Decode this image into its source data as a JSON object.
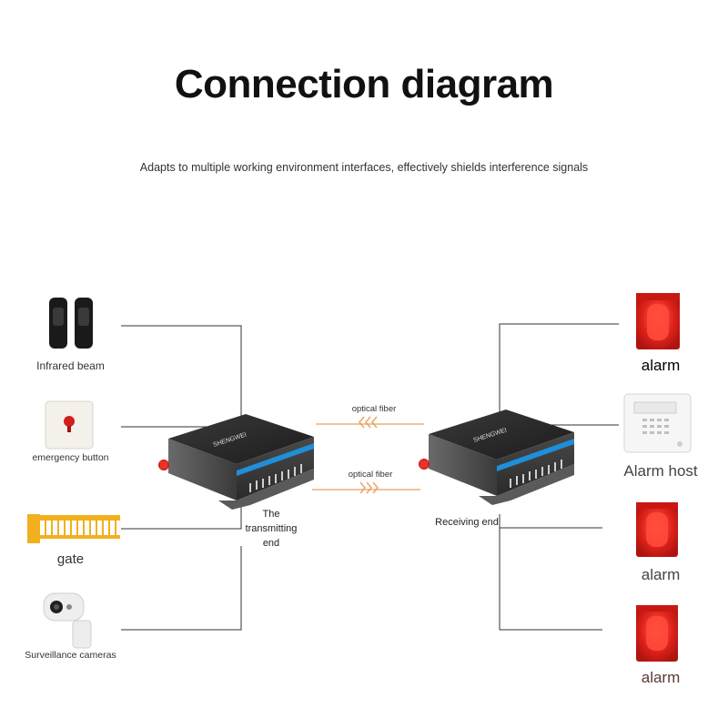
{
  "title": "Connection diagram",
  "subtitle": "Adapts to multiple working environment interfaces, effectively shields interference signals",
  "left_devices": [
    {
      "label": "Infrared beam",
      "icon": "infrared-beam-icon"
    },
    {
      "label": "emergency button",
      "icon": "emergency-button-icon"
    },
    {
      "label": "gate",
      "icon": "gate-barrier-icon"
    },
    {
      "label": "Surveillance cameras",
      "icon": "surveillance-camera-icon"
    }
  ],
  "right_devices": [
    {
      "label": "alarm",
      "icon": "alarm-siren-icon"
    },
    {
      "label": "Alarm host",
      "icon": "alarm-host-icon"
    },
    {
      "label": "alarm",
      "icon": "alarm-siren-icon"
    },
    {
      "label": "alarm",
      "icon": "alarm-siren-icon"
    }
  ],
  "transmitter": {
    "label_line1": "The",
    "label_line2": "transmitting",
    "label_line3": "end",
    "brand": "SHENGWEI"
  },
  "receiver": {
    "label": "Receiving end",
    "brand": "SHENGWEI"
  },
  "fiber_top": "optical fiber",
  "fiber_bottom": "optical fiber",
  "colors": {
    "line": "#333333",
    "fiber": "#e8a060",
    "device_body": "#2b2b2b",
    "stripe": "#1e8fd8",
    "alarm_red": "#e0221c"
  }
}
